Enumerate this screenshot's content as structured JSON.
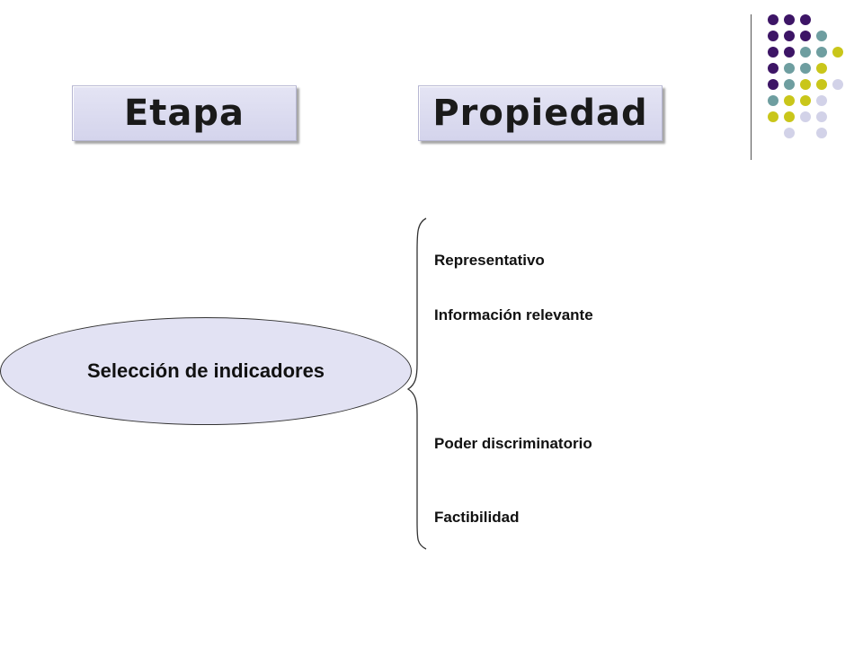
{
  "headers": {
    "etapa": "Etapa",
    "propiedad": "Propiedad"
  },
  "stage": {
    "label": "Selección de indicadores"
  },
  "properties": [
    "Representativo",
    "Información relevante",
    "Poder discriminatorio",
    "Factibilidad"
  ],
  "colors": {
    "header_fill": "#d8d8ee",
    "ellipse_fill": "#e2e2f3",
    "dot_purple": "#3d1566",
    "dot_teal": "#6e9ea0",
    "dot_yellow": "#c9c61a",
    "dot_lavender": "#d2d2e8"
  },
  "decoration": {
    "dot_grid": [
      [
        "purple",
        "purple",
        "purple",
        "none",
        "none"
      ],
      [
        "purple",
        "purple",
        "purple",
        "teal",
        "none"
      ],
      [
        "purple",
        "purple",
        "teal",
        "teal",
        "yellow"
      ],
      [
        "purple",
        "teal",
        "teal",
        "yellow",
        "none"
      ],
      [
        "purple",
        "teal",
        "yellow",
        "yellow",
        "lavender"
      ],
      [
        "teal",
        "yellow",
        "yellow",
        "lavender",
        "none"
      ],
      [
        "yellow",
        "yellow",
        "lavender",
        "lavender",
        "none"
      ],
      [
        "none",
        "lavender",
        "none",
        "lavender",
        "none"
      ]
    ]
  }
}
